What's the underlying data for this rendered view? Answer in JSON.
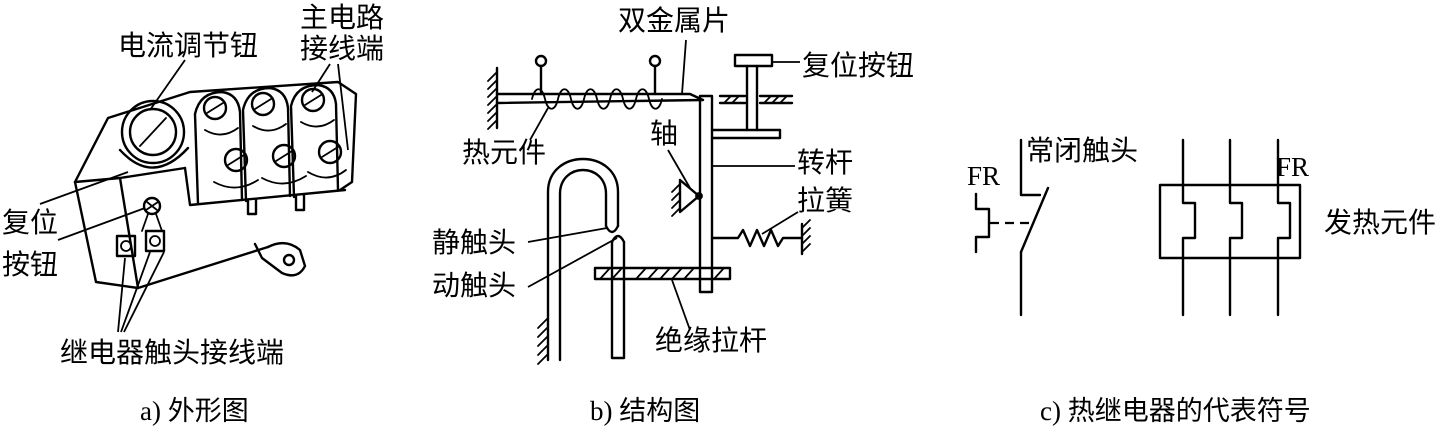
{
  "panel_a": {
    "caption": "a) 外形图",
    "labels": {
      "current_knob": "电流调节钮",
      "main_terminal_line1": "主电路",
      "main_terminal_line2": "接线端",
      "reset_line1": "复位",
      "reset_line2": "按钮",
      "relay_contact_terminal": "继电器触头接线端"
    }
  },
  "panel_b": {
    "caption": "b) 结构图",
    "labels": {
      "bimetal": "双金属片",
      "reset_button": "复位按钮",
      "heating_element": "热元件",
      "shaft": "轴",
      "lever": "转杆",
      "spring": "拉簧",
      "static_contact": "静触头",
      "moving_contact": "动触头",
      "insulating_rod": "绝缘拉杆"
    }
  },
  "panel_c": {
    "caption": "c) 热继电器的代表符号",
    "labels": {
      "fr_contact": "FR",
      "nc_contact": "常闭触头",
      "fr_element": "FR",
      "heating_element": "发热元件"
    }
  }
}
